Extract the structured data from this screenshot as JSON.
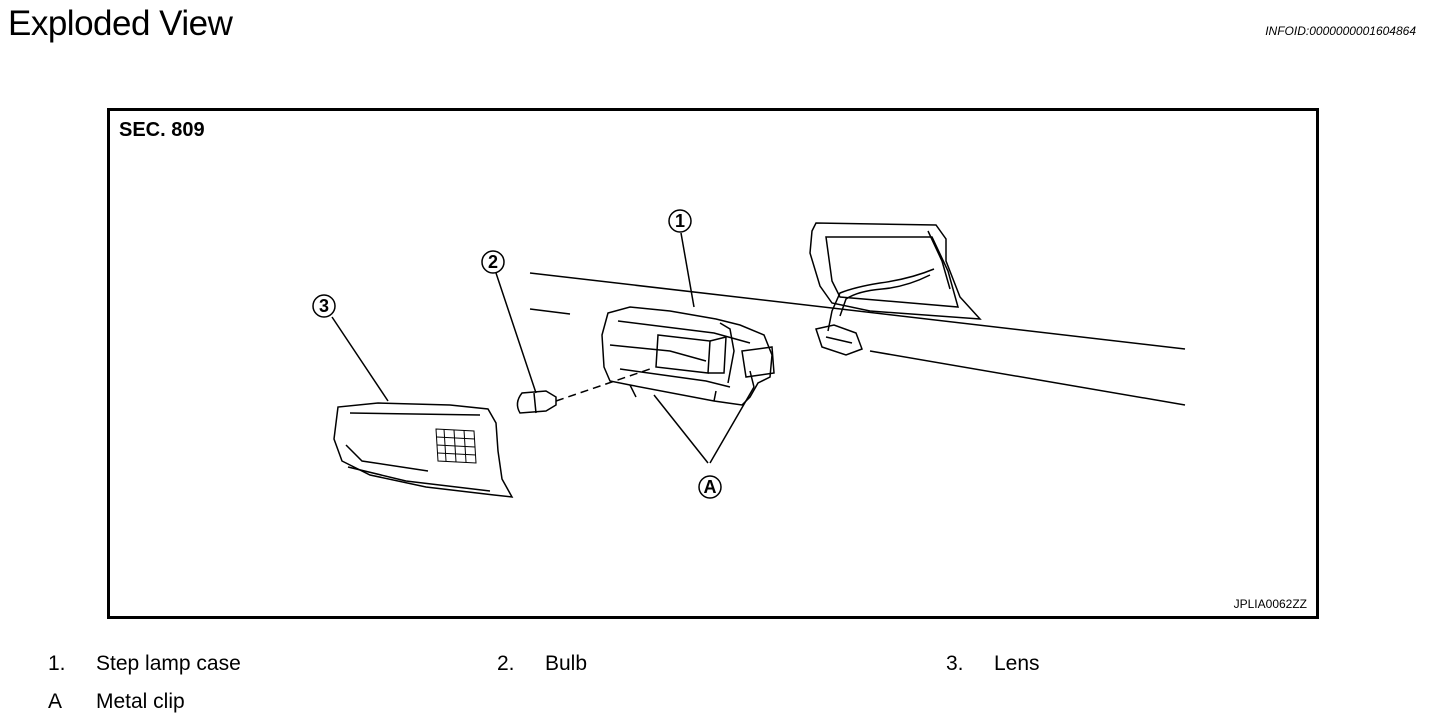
{
  "header": {
    "title": "Exploded View",
    "info_id": "INFOID:0000000001604864"
  },
  "figure": {
    "section_label": "SEC. 809",
    "figure_code": "JPLIA0062ZZ",
    "callouts": {
      "case": "1",
      "bulb": "2",
      "lens": "3",
      "clip": "A"
    }
  },
  "legend": [
    {
      "num": "1.",
      "label": "Step lamp case"
    },
    {
      "num": "2.",
      "label": "Bulb"
    },
    {
      "num": "3.",
      "label": "Lens"
    },
    {
      "num": "A",
      "label": "Metal clip"
    }
  ]
}
